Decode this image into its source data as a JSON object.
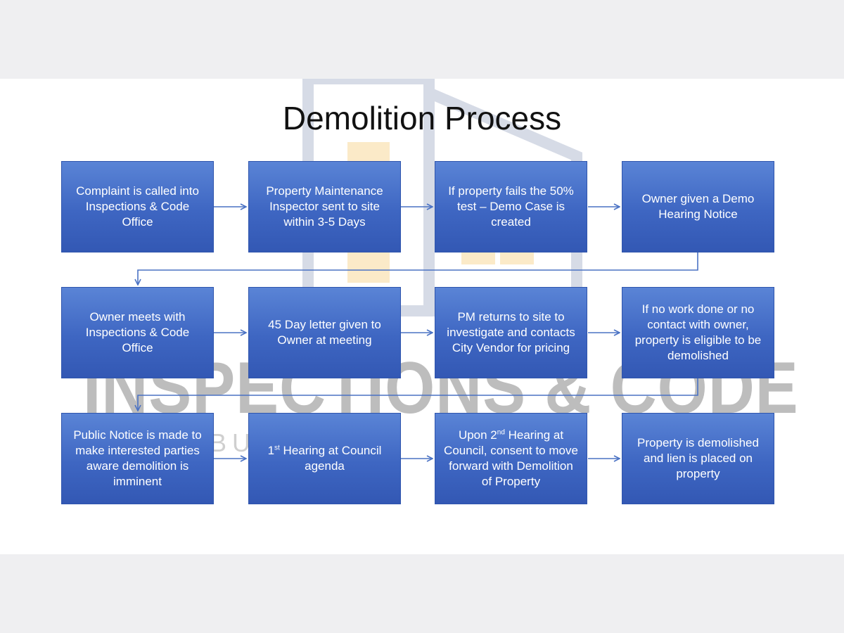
{
  "title": "Demolition Process",
  "watermark": {
    "main": "INSPECTIONS & CODE",
    "sub": "BU LID VE"
  },
  "steps": [
    {
      "text": "Complaint is called into Inspections & Code Office"
    },
    {
      "text": "Property Maintenance Inspector sent to site within 3-5 Days"
    },
    {
      "text": "If property fails the 50% test – Demo Case is created"
    },
    {
      "text": "Owner given a Demo Hearing Notice"
    },
    {
      "text": "Owner meets with Inspections & Code Office"
    },
    {
      "text": "45 Day letter given to Owner at meeting"
    },
    {
      "text": "PM returns to site to investigate and contacts City Vendor for pricing"
    },
    {
      "text": "If no work done or no contact with owner, property is eligible to be demolished"
    },
    {
      "text": "Public Notice is made to make interested parties aware demolition is imminent"
    },
    {
      "pre": "1",
      "sup": "st",
      "post": " Hearing at Council agenda"
    },
    {
      "pre": "Upon 2",
      "sup": "nd",
      "post": " Hearing at Council, consent to move forward with Demolition of Property"
    },
    {
      "text": "Property is demolished and lien is placed on property"
    }
  ],
  "colors": {
    "box_fill": "#4470c8",
    "connector": "#4a72c4",
    "watermark": "#bdbdbd"
  }
}
